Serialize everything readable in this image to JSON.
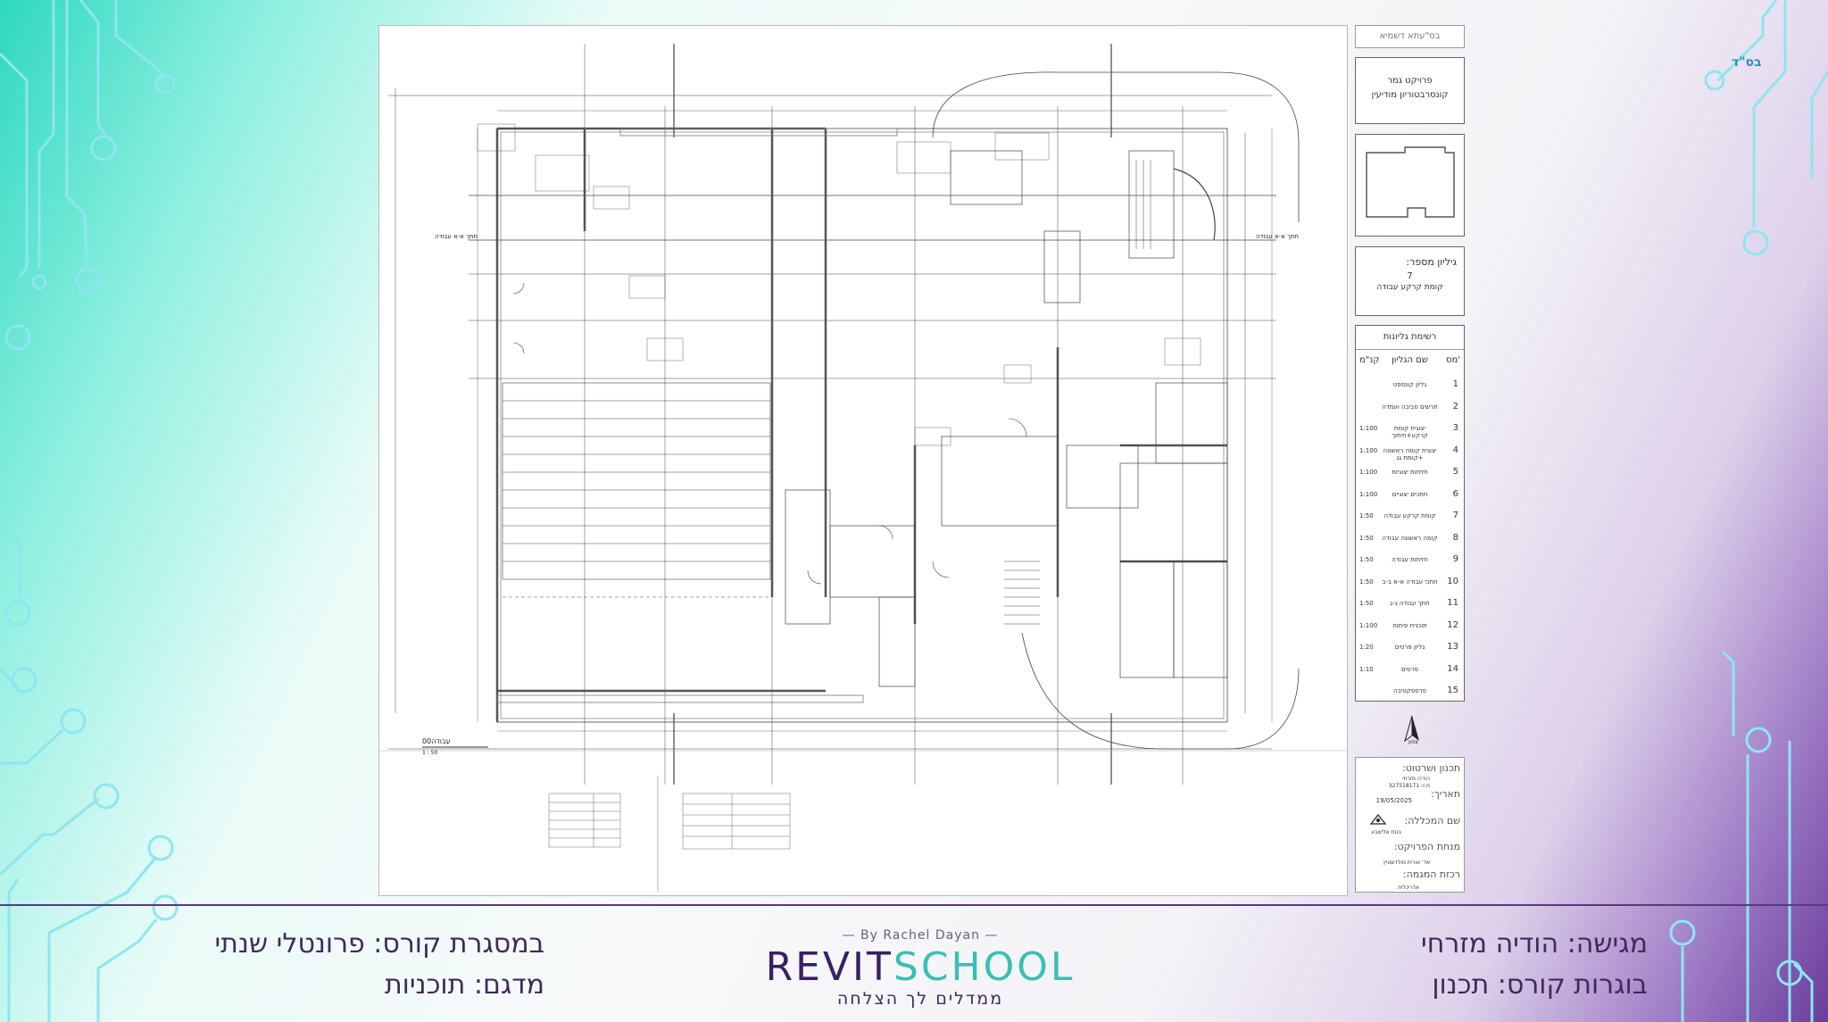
{
  "corner_logo": "בס\"ד",
  "title_block": {
    "top_label": "בס\"עתא דשמיא",
    "project_title": "פרויקט גמר",
    "project_name": "קונסרבטוריון מודיעין",
    "sheet_number_label": "גיליון מספר:",
    "sheet_number": "7",
    "sheet_name": "קומת קרקע עבודה",
    "sheet_list_title": "רשימת גליונות",
    "sheet_list_headers": {
      "num": "מס'",
      "name": "שם הגליון",
      "scale": "קנ\"מ"
    },
    "sheets": [
      {
        "num": "1",
        "name": "גליון קונספט",
        "scale": ""
      },
      {
        "num": "2",
        "name": "תרשים סביבה ועמדה",
        "scale": ""
      },
      {
        "num": "3",
        "name": "יצוגית קומת קרקע+חיתוך",
        "scale": "1:100"
      },
      {
        "num": "4",
        "name": "יצוגית קומה ראשונה +קומת גג",
        "scale": "1:100"
      },
      {
        "num": "5",
        "name": "חזיתות יצוגיות",
        "scale": "1:100"
      },
      {
        "num": "6",
        "name": "חתכים יצוגיים",
        "scale": "1:100"
      },
      {
        "num": "7",
        "name": "קומת קרקע עבודה",
        "scale": "1:50"
      },
      {
        "num": "8",
        "name": "קומה ראשונה עבודה",
        "scale": "1:50"
      },
      {
        "num": "9",
        "name": "חזיתות עבודה",
        "scale": "1:50"
      },
      {
        "num": "10",
        "name": "חתכי עבודה א-א ב-ב",
        "scale": "1:50"
      },
      {
        "num": "11",
        "name": "חתך עבודה ג-ג",
        "scale": "1:50"
      },
      {
        "num": "12",
        "name": "תוכנית פיתוח",
        "scale": "1:100"
      },
      {
        "num": "13",
        "name": "גליון פרטים",
        "scale": "1:20"
      },
      {
        "num": "14",
        "name": "פרטים",
        "scale": "1:10"
      },
      {
        "num": "15",
        "name": "פרספקטיבה",
        "scale": ""
      }
    ],
    "north_label": "צפון",
    "drafter_label": "תכנון ושרטוט:",
    "drafter_name": "הודיה מזרחי",
    "drafter_id": "ת.ז: 327518171",
    "date_label": "תאריך:",
    "date": "19/05/2025",
    "college_label": "שם המכללה:",
    "college_name": "בנות אלישבע",
    "guide_label": "מנחת הפרויקט:",
    "guide_name": "אד' אורית מולדשטיין",
    "major_label": "רכזת המגמה:",
    "major_name": "אדריכלית"
  },
  "drawing": {
    "view_title": "00עבודה",
    "view_scale": "1 : 50",
    "section_label_left": "חתך א-א עבודה",
    "section_label_right": "חתך א-א עבודה"
  },
  "footer": {
    "presenter": "מגישה: הודיה מזרחי",
    "matriculation": "בוגרות קורס: תכנון",
    "course_frame": "במסגרת קורס: פרונטלי שנתי",
    "track": "מדגם: תוכניות",
    "logo_by": "— By Rachel Dayan —",
    "logo_part1": "REVIT",
    "logo_part2": "SCHOOL",
    "logo_tagline": "ממדלים לך הצלחה"
  },
  "colors": {
    "accent_teal": "#2ec7b5",
    "accent_purple": "#6a3d9c",
    "logo_dark": "#3a1f64",
    "logo_teal": "#37c0b6"
  }
}
